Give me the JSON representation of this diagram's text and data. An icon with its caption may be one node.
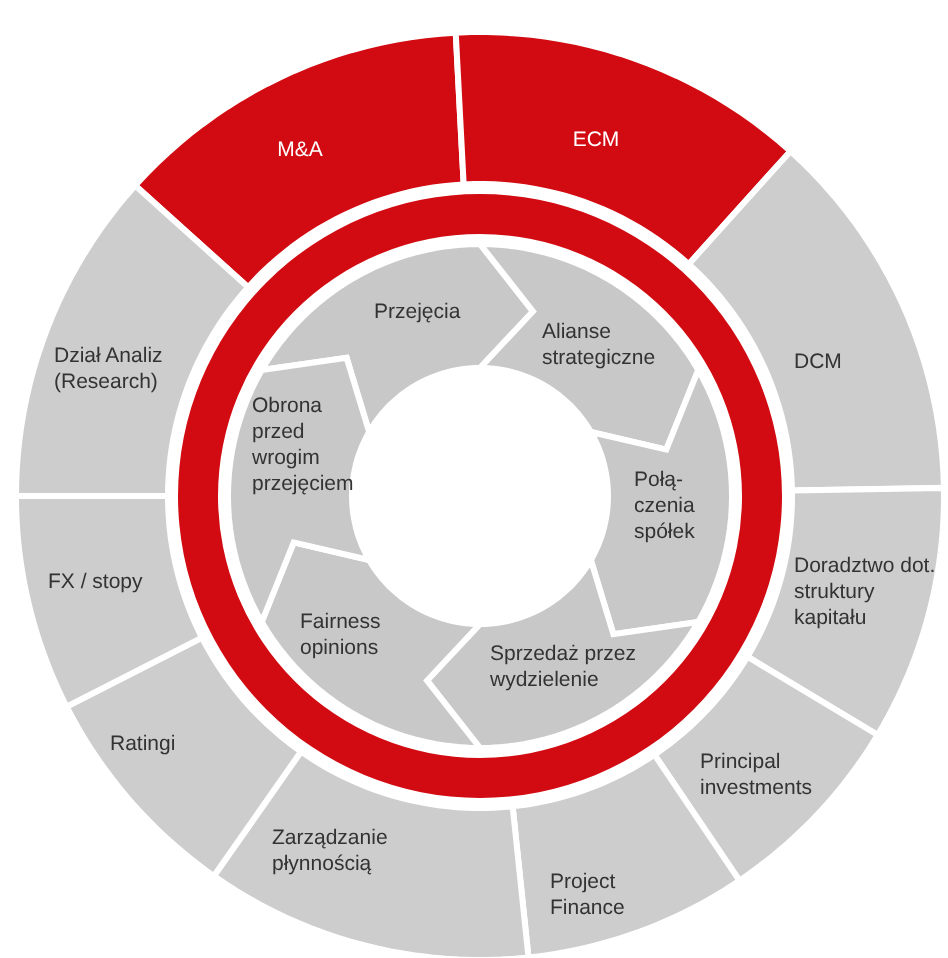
{
  "diagram": {
    "nodes": [
      {
        "text": [
          "M&A"
        ]
      },
      {
        "text": [
          "ECM"
        ]
      },
      {
        "text": [
          "DCM"
        ]
      },
      {
        "text": [
          "Doradztwo dot. struktury kapitału"
        ]
      },
      {
        "text": [
          "Principal investments"
        ]
      },
      {
        "text": [
          "Project Finance"
        ]
      },
      {
        "text": [
          "Zarządzanie płynnością"
        ]
      },
      {
        "text": [
          "Ratingi"
        ]
      },
      {
        "text": [
          "FX / stopy"
        ]
      },
      {
        "text": [
          "Dział Analiz (Research)"
        ]
      },
      {
        "text": [
          "Przejęcia"
        ]
      },
      {
        "text": [
          "Alianse strategiczne"
        ]
      },
      {
        "text": [
          "Połą- czenia spółek"
        ]
      },
      {
        "text": [
          "Sprzedaż przez wydzielenie"
        ]
      },
      {
        "text": [
          "Fairness opinions"
        ]
      },
      {
        "text": [
          "Obrona przed wrogim przejęciem"
        ]
      }
    ]
  }
}
